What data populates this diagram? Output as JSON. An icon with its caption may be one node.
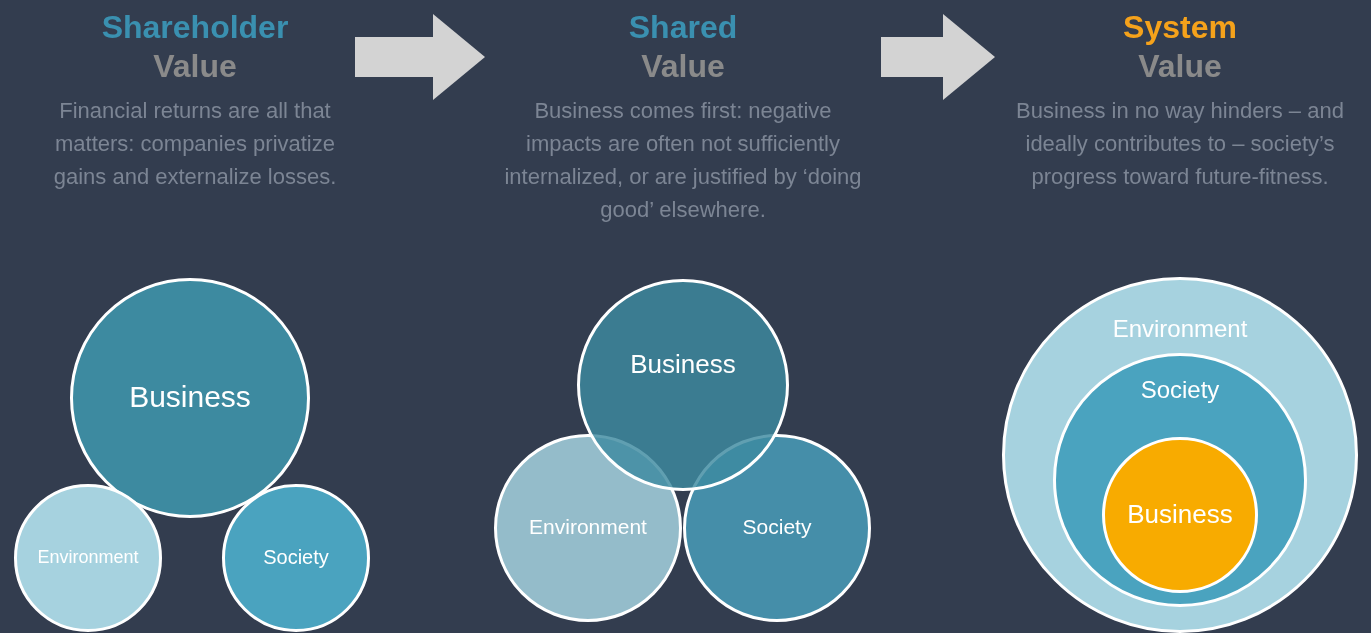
{
  "diagram": {
    "nodes": [
      {
        "text": [
          "Shareholder",
          "Value",
          "Financial returns are all that matters: companies privatize gains and externalize losses."
        ]
      },
      {
        "text": [
          "Business"
        ]
      },
      {
        "text": [
          "Environment"
        ]
      },
      {
        "text": [
          "Society"
        ]
      },
      {
        "text": [
          "Shared",
          "Value",
          "Business comes first: negative impacts are often not sufficiently internalized, or are justified by ‘doing good’ elsewhere."
        ]
      },
      {
        "text": [
          "Business"
        ]
      },
      {
        "text": [
          "Environment"
        ]
      },
      {
        "text": [
          "Society"
        ]
      },
      {
        "text": [
          "System",
          "Value",
          "Business in no way hinders – and ideally contributes to – society’s progress toward future-fitness."
        ]
      },
      {
        "text": [
          "Environment"
        ]
      },
      {
        "text": [
          "Society"
        ],
        "in": 9
      },
      {
        "text": [
          "Business"
        ],
        "in": 10
      }
    ],
    "edges": [
      {
        "from": 0,
        "to": 4,
        "arrow": "to"
      },
      {
        "from": 4,
        "to": 8,
        "arrow": "to"
      }
    ]
  }
}
